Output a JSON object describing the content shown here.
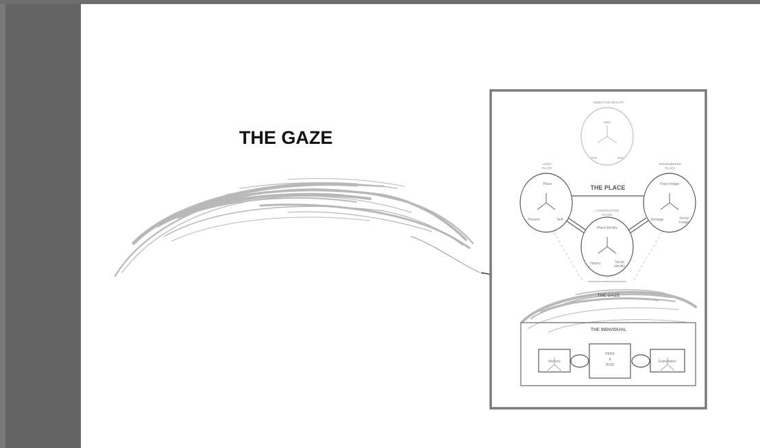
{
  "title": "THE GAZE",
  "diagram": {
    "objective_reality": "OBJECTIVE REALITY",
    "lived_place": "LIVED\nPLACE",
    "lived_place_items": [
      "Place",
      "Present",
      "Self"
    ],
    "the_place": "THE PLACE",
    "remembered_place": "REMEMBERED\nPLACE",
    "remembered_place_items": [
      "Place Image",
      "Heritage",
      "Social\nImage"
    ],
    "constructed_place": "CONSTRUCTED\nPLACE",
    "constructed_place_items": [
      "Place Identity",
      "History",
      "Social\nIdentity"
    ],
    "the_gaze": "THE GAZE",
    "the_individual": "THE INDIVIDUAL",
    "memory": "Memory",
    "here_now": [
      "HERE",
      "&",
      "NOW"
    ],
    "expectation": "Expectation"
  },
  "colors": {
    "sidebar": "#646464",
    "frame": "#6b6b6b",
    "canvas": "#ffffff",
    "stroke_gray": "#b8b8b8",
    "diagram_border": "#7a7a7a"
  }
}
